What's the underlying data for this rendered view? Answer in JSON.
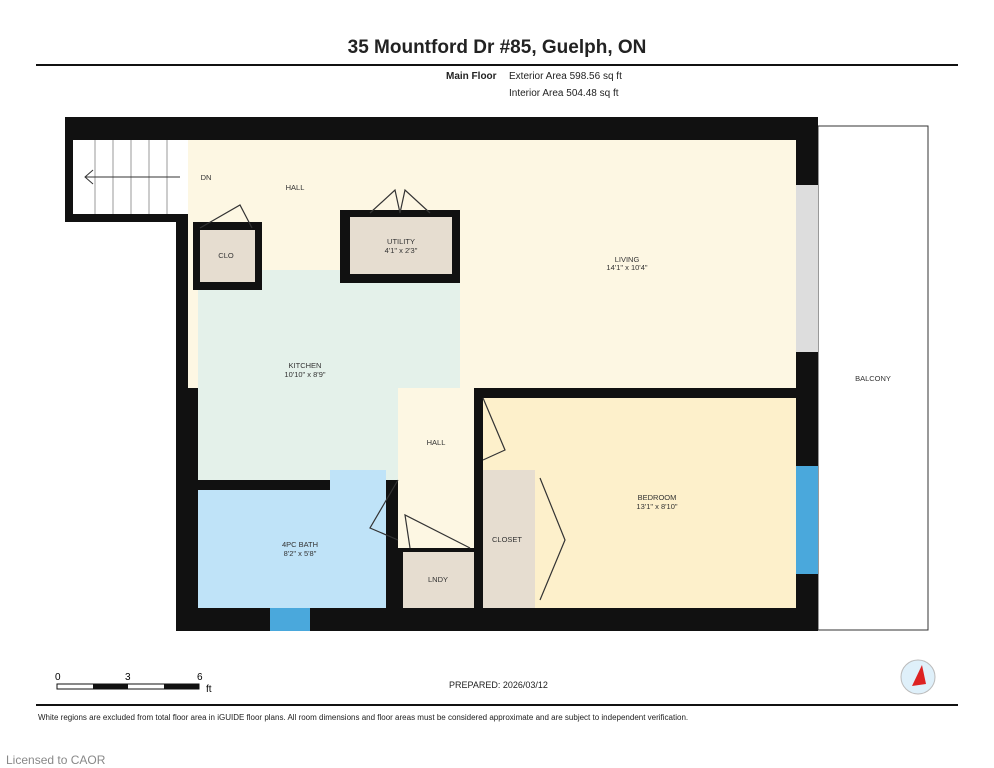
{
  "title": "35 Mountford Dr #85, Guelph, ON",
  "floor": {
    "name": "Main Floor",
    "exterior_area": "Exterior Area 598.56 sq ft",
    "interior_area": "Interior Area 504.48 sq ft"
  },
  "rooms": {
    "dn": "DN",
    "hall1": "HALL",
    "clo": "CLO",
    "utility": {
      "name": "UTILITY",
      "dims": "4'1\" x 2'3\""
    },
    "living": {
      "name": "LIVING",
      "dims": "14'1\" x 10'4\""
    },
    "kitchen": {
      "name": "KITCHEN",
      "dims": "10'10\" x 8'9\""
    },
    "hall2": "HALL",
    "bath": {
      "name": "4PC BATH",
      "dims": "8'2\" x 5'8\""
    },
    "lndy": "LNDY",
    "closet": "CLOSET",
    "bedroom": {
      "name": "BEDROOM",
      "dims": "13'1\" x 8'10\""
    },
    "balcony": "BALCONY"
  },
  "scale": {
    "ticks": [
      "0",
      "3",
      "6"
    ],
    "unit": "ft"
  },
  "prepared": "PREPARED: 2026/03/12",
  "disclaimer": "White regions are excluded from total floor area in iGUIDE floor plans. All room dimensions and floor areas must be considered approximate and are subject to independent verification.",
  "license": "Licensed to CAOR",
  "colors": {
    "wall": "#111111",
    "hall": "#fdf7e3",
    "kitchen": "#e4f1ea",
    "bath": "#bfe3f8",
    "bedroom": "#fdf0cb",
    "closet": "#e6ddd0",
    "window": "#4aa8dc"
  }
}
